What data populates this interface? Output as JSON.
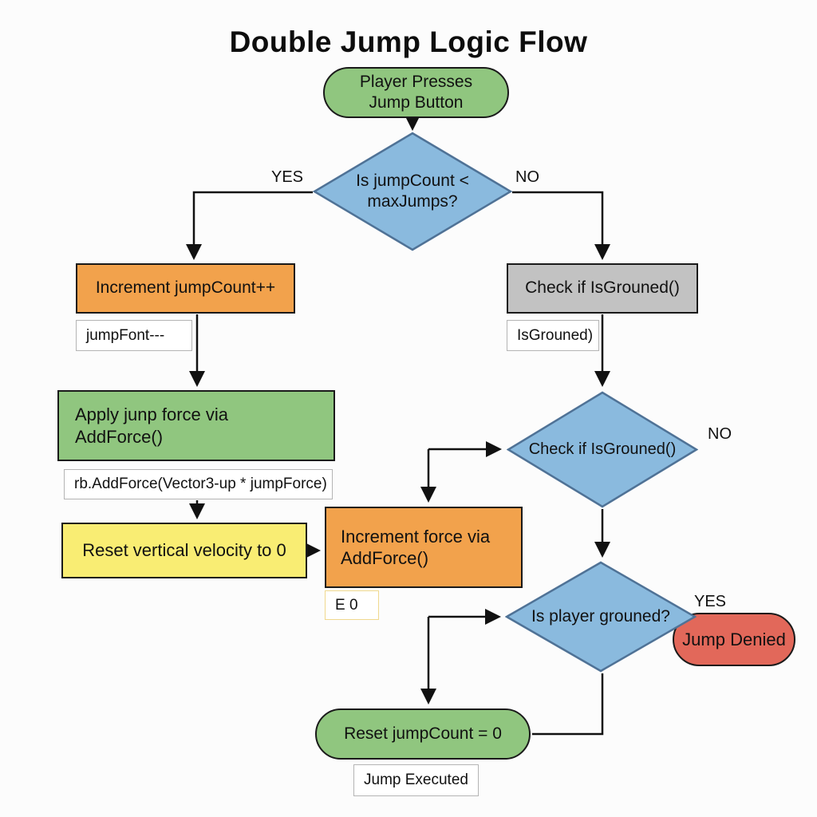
{
  "title": "Double Jump Logic Flow",
  "nodes": {
    "start": {
      "label": "Player Presses\nJump Button"
    },
    "decision_max_jumps": {
      "label": "Is jumpCount <\nmaxJumps?"
    },
    "increment_jump_count": {
      "label": "Increment jumpCount++"
    },
    "increment_jump_count_note": {
      "label": "jumpFont---"
    },
    "check_if_grounded": {
      "label": "Check if IsGrouned()"
    },
    "check_if_grounded_note": {
      "label": "IsGrouned)"
    },
    "apply_jump_force": {
      "label": "Apply junp force via\nAddForce()"
    },
    "apply_jump_force_note": {
      "label": "rb.AddForce(Vector3-up * jumpForce)"
    },
    "reset_vertical_velocity": {
      "label": "Reset vertical velocity to 0"
    },
    "increment_force": {
      "label": "Increment force via\nAddForce()"
    },
    "increment_force_note": {
      "label": "E 0"
    },
    "decision_check_grounded": {
      "label": "Check if IsGrouned()"
    },
    "decision_player_grounded": {
      "label": "Is player grouned?"
    },
    "jump_denied": {
      "label": "Jump Denied"
    },
    "reset_jump_count": {
      "label": "Reset jumpCount = 0"
    },
    "reset_jump_count_note": {
      "label": "Jump Executed"
    }
  },
  "edge_labels": {
    "decision1_yes": "YES",
    "decision1_no": "NO",
    "decision2_no": "NO",
    "decision3_yes": "YES"
  },
  "colors": {
    "node_green": "#90c67f",
    "node_blue": "#8abade",
    "node_orange": "#f2a24c",
    "node_gray": "#c2c2c2",
    "node_yellow": "#f9ed73",
    "node_red": "#e2685a",
    "diamond_border": "#4f7296",
    "note_border": "#b4b4b4",
    "note_yellow_border": "#f0d98e",
    "connector": "#111111",
    "background": "#fcfcfc"
  }
}
